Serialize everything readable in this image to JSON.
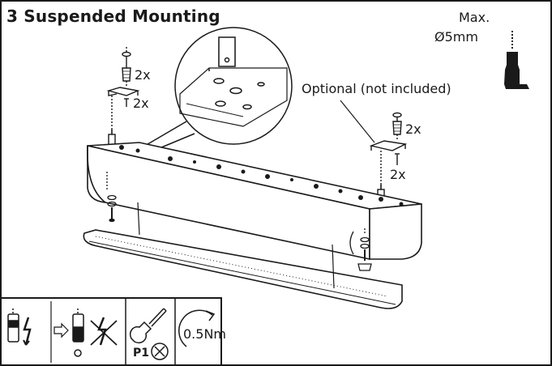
{
  "title": "3  Suspended Mounting",
  "max_label": "Max.",
  "diameter_label": "Ø5mm",
  "optional_label": "Optional (not included)",
  "qty_left_top": "2x",
  "qty_left_bottom": "2x",
  "qty_right_top": "2x",
  "qty_right_bottom": "2x",
  "tool_label": "P1",
  "torque_label": "0.5Nm"
}
